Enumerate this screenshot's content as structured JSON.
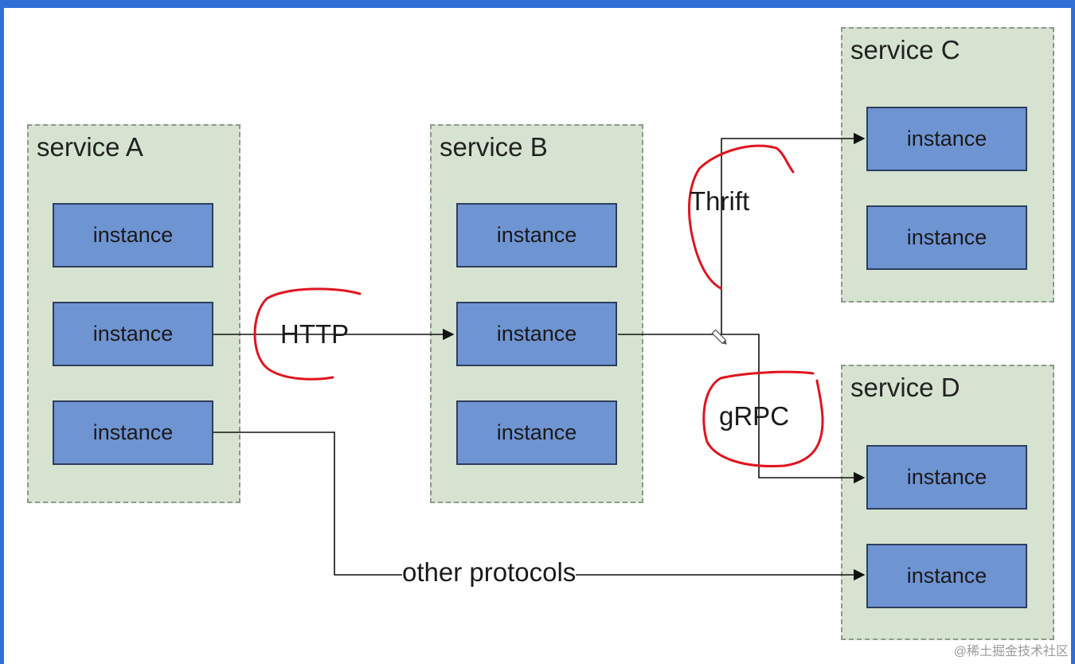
{
  "services": {
    "a": {
      "title": "service A",
      "instances": [
        "instance",
        "instance",
        "instance"
      ]
    },
    "b": {
      "title": "service B",
      "instances": [
        "instance",
        "instance",
        "instance"
      ]
    },
    "c": {
      "title": "service C",
      "instances": [
        "instance",
        "instance"
      ]
    },
    "d": {
      "title": "service D",
      "instances": [
        "instance",
        "instance"
      ]
    }
  },
  "protocols": {
    "http": "HTTP",
    "thrift": "Thrift",
    "grpc": "gRPC",
    "other": "other protocols"
  },
  "watermark": "@稀土掘金技术社区",
  "colors": {
    "frame": "#2f6fd6",
    "service_bg": "#d5e3d0",
    "instance_bg": "#6f94d2",
    "annotation": "#e0141e"
  }
}
